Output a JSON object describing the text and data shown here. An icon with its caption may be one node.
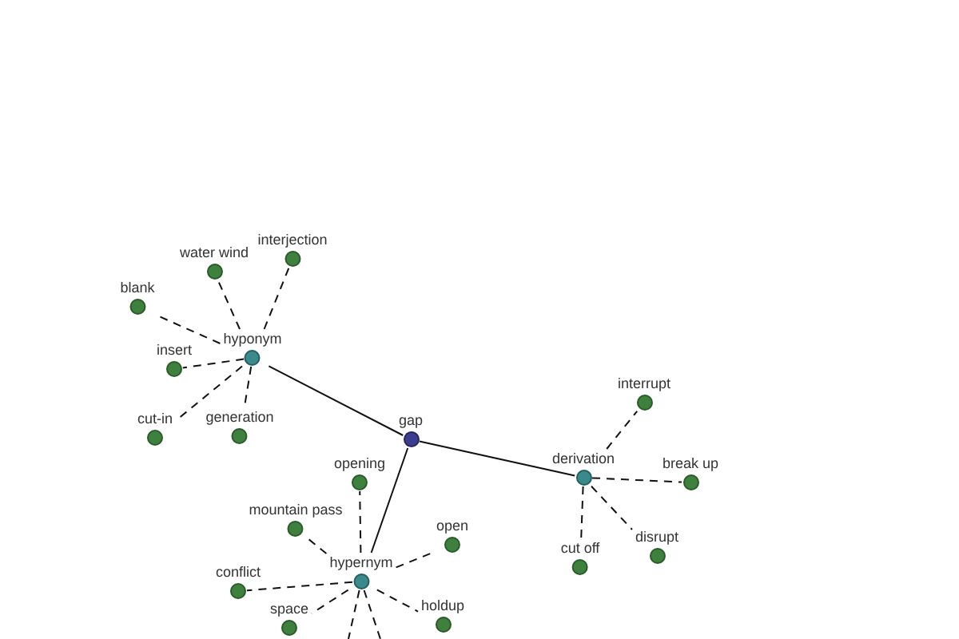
{
  "diagram": {
    "nodes": [
      {
        "text": [
          "interjection"
        ]
      },
      {
        "text": [
          "water wind"
        ]
      },
      {
        "text": [
          "blank"
        ]
      },
      {
        "text": [
          "hyponym"
        ]
      },
      {
        "text": [
          "insert"
        ]
      },
      {
        "text": [
          "interrupt"
        ]
      },
      {
        "text": [
          "generation"
        ]
      },
      {
        "text": [
          "cut-in"
        ]
      },
      {
        "text": [
          "gap"
        ]
      },
      {
        "text": [
          "derivation"
        ]
      },
      {
        "text": [
          "opening"
        ]
      },
      {
        "text": [
          "break up"
        ]
      },
      {
        "text": [
          "mountain pass"
        ]
      },
      {
        "text": [
          "open"
        ]
      },
      {
        "text": [
          "disrupt"
        ]
      },
      {
        "text": [
          "cut off"
        ]
      },
      {
        "text": [
          "hypernym"
        ]
      },
      {
        "text": [
          "conflict"
        ]
      },
      {
        "text": [
          "holdup"
        ]
      },
      {
        "text": [
          "space"
        ]
      }
    ],
    "edges": [
      {
        "from": 8,
        "to": 3,
        "arrow": "none"
      },
      {
        "from": 8,
        "to": 9,
        "arrow": "none"
      },
      {
        "from": 8,
        "to": 16,
        "arrow": "none"
      },
      {
        "from": 3,
        "to": 1,
        "arrow": "none",
        "style": "dashed"
      },
      {
        "from": 3,
        "to": 0,
        "arrow": "none",
        "style": "dashed"
      },
      {
        "from": 3,
        "to": 2,
        "arrow": "none",
        "style": "dashed"
      },
      {
        "from": 3,
        "to": 4,
        "arrow": "none",
        "style": "dashed"
      },
      {
        "from": 3,
        "to": 7,
        "arrow": "none",
        "style": "dashed"
      },
      {
        "from": 3,
        "to": 6,
        "arrow": "none",
        "style": "dashed"
      },
      {
        "from": 9,
        "to": 5,
        "arrow": "none",
        "style": "dashed"
      },
      {
        "from": 9,
        "to": 11,
        "arrow": "none",
        "style": "dashed"
      },
      {
        "from": 9,
        "to": 14,
        "arrow": "none",
        "style": "dashed"
      },
      {
        "from": 9,
        "to": 15,
        "arrow": "none",
        "style": "dashed"
      },
      {
        "from": 16,
        "to": 10,
        "arrow": "none",
        "style": "dashed"
      },
      {
        "from": 16,
        "to": 12,
        "arrow": "none",
        "style": "dashed"
      },
      {
        "from": 16,
        "to": 13,
        "arrow": "none",
        "style": "dashed"
      },
      {
        "from": 16,
        "to": 17,
        "arrow": "none",
        "style": "dashed"
      },
      {
        "from": 16,
        "to": 18,
        "arrow": "none",
        "style": "dashed"
      },
      {
        "from": 16,
        "to": 19,
        "arrow": "none",
        "style": "dashed"
      },
      {
        "from": 16,
        "to": null,
        "arrow": "none",
        "style": "dashed"
      },
      {
        "from": 16,
        "to": null,
        "arrow": "none",
        "style": "dashed"
      }
    ]
  }
}
